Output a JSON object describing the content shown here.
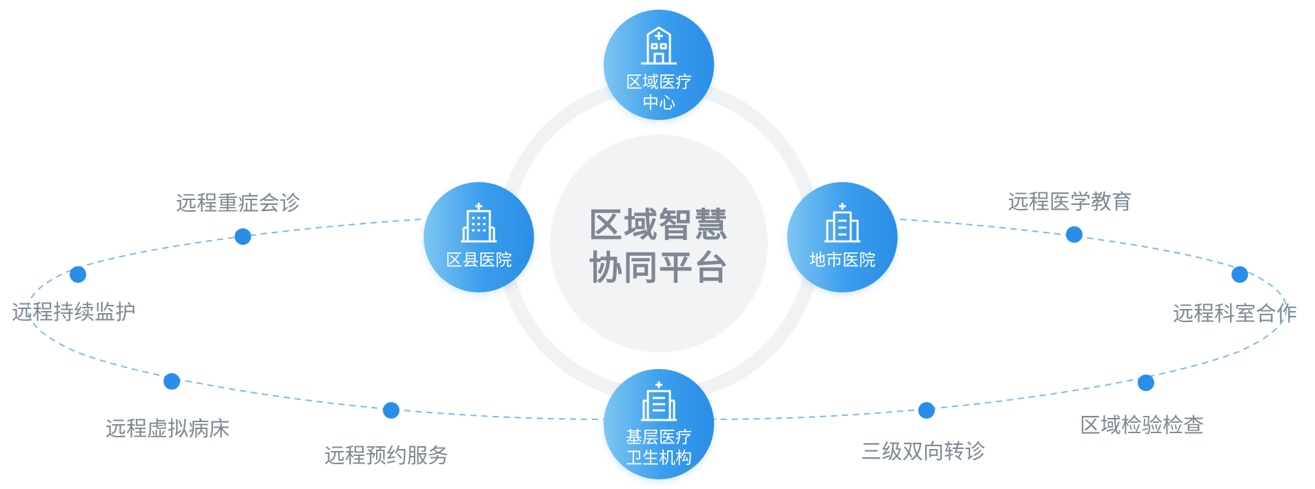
{
  "center": {
    "line1": "区域智慧",
    "line2": "协同平台"
  },
  "nodes": {
    "top": {
      "line1": "区域医疗",
      "line2": "中心",
      "icon": "hospital-icon"
    },
    "left": {
      "line1": "区县医院",
      "icon": "hospital-building-icon"
    },
    "right": {
      "line1": "地市医院",
      "icon": "hospital-building-icon"
    },
    "bottom": {
      "line1": "基层医疗",
      "line2": "卫生机构",
      "icon": "clinic-icon"
    }
  },
  "services": {
    "critical_consult": "远程重症会诊",
    "continuous_monitor": "远程持续监护",
    "virtual_ward": "远程虚拟病床",
    "appointment": "远程预约服务",
    "medical_education": "远程医学教育",
    "department_cooperation": "远程科室合作",
    "lab_exam": "区域检验检查",
    "referral": "三级双向转诊"
  },
  "colors": {
    "node_gradient_start": "#7dc6f2",
    "node_gradient_end": "#2a8ee8",
    "dot": "#2a8ee8",
    "dashed_line": "#7bb8ea",
    "ring": "#f1f2f4",
    "center_fill": "#f2f3f5",
    "center_text": "#7f8792",
    "service_text": "#7d8996"
  }
}
